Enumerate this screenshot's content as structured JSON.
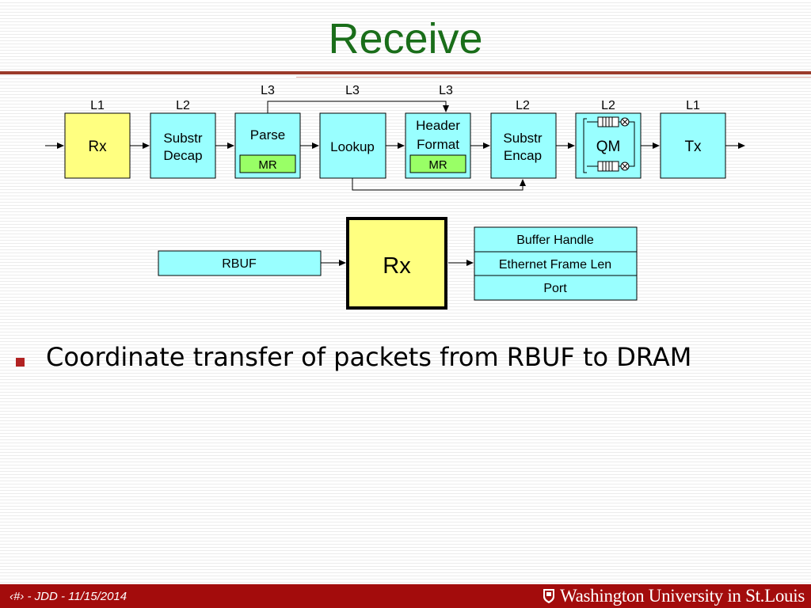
{
  "slide": {
    "title": "Receive",
    "bullets": [
      "Coordinate transfer of packets from RBUF to DRAM"
    ]
  },
  "pipeline": {
    "stages": [
      {
        "label": "Rx",
        "layer": "L1"
      },
      {
        "label_lines": [
          "Substr",
          "Decap"
        ],
        "layer": "L2"
      },
      {
        "label": "Parse",
        "layer": "L3",
        "sub": "MR"
      },
      {
        "label": "Lookup",
        "layer": "L3"
      },
      {
        "label_lines": [
          "Header",
          "Format"
        ],
        "layer": "L3",
        "sub": "MR"
      },
      {
        "label_lines": [
          "Substr",
          "Encap"
        ],
        "layer": "L2"
      },
      {
        "label": "QM",
        "layer": "L2"
      },
      {
        "label": "Tx",
        "layer": "L1"
      }
    ]
  },
  "detail": {
    "input": "RBUF",
    "block": "Rx",
    "outputs": [
      "Buffer Handle",
      "Ethernet Frame Len",
      "Port"
    ]
  },
  "footer": {
    "left_text": "‹#› - JDD - 11/15/2014",
    "logo_text": "Washington University in St.Louis"
  },
  "colors": {
    "title": "#1a6e1a",
    "rx_fill": "#ffff80",
    "stage_fill": "#99ffff",
    "mr_fill": "#99ff66",
    "footer": "#a30c0c",
    "rule": "#9b3a2a",
    "bullet": "#b22222"
  }
}
